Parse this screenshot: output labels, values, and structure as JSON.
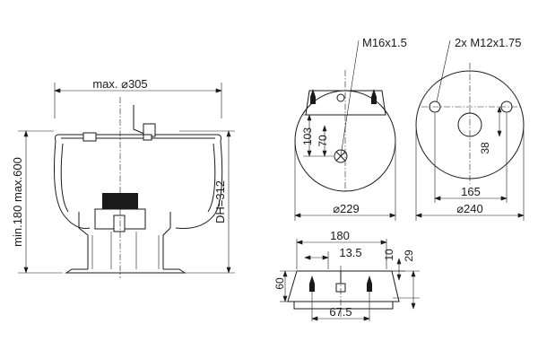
{
  "labels": {
    "max_diameter": "max. ⌀305",
    "height_range": "min.180 max.600",
    "design_height": "DH=312",
    "thread_center": "M16x1.5",
    "thread_side": "2x M12x1.75",
    "dim_103": "103",
    "dim_70": "70",
    "dim_229": "⌀229",
    "dim_38": "38",
    "dim_165": "165",
    "dim_240": "⌀240",
    "dim_180": "180",
    "dim_13_5": "13.5",
    "dim_10": "10",
    "dim_29": "29",
    "dim_60": "60",
    "dim_67_5": "67.5"
  }
}
